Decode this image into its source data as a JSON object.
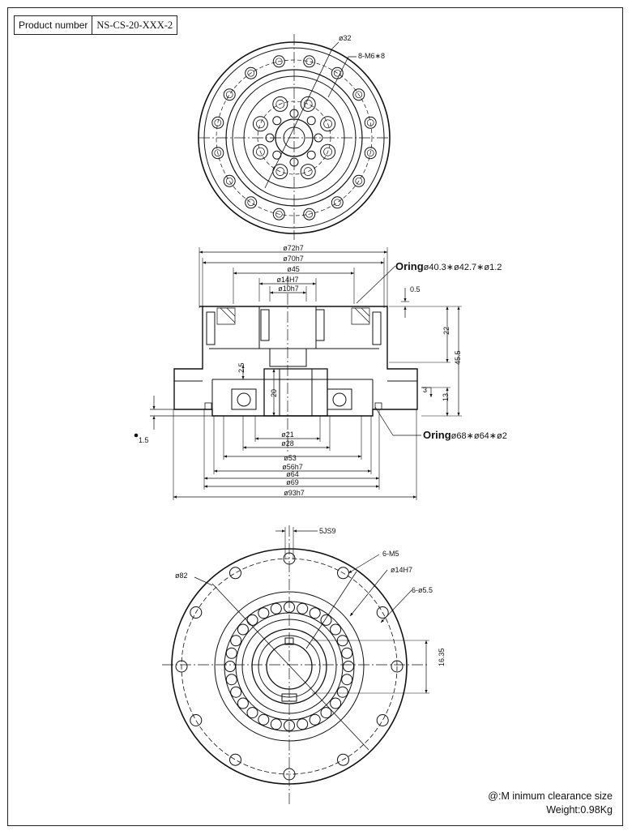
{
  "title_block": {
    "label": "Product number",
    "value": "NS-CS-20-XXX-2"
  },
  "top_view": {
    "labels": [
      "ø32",
      "8-M6∗8"
    ]
  },
  "section_view": {
    "diameters_top": [
      "ø72h7",
      "ø70h7",
      "ø45",
      "ø14H7",
      "ø10h7"
    ],
    "diameters_bottom": [
      "ø21",
      "ø28",
      "ø53",
      "ø56h7",
      "ø64",
      "ø69",
      "ø93h7"
    ],
    "heights": [
      "0.5",
      "22",
      "45.5",
      "2.5",
      "20",
      "3",
      "13",
      "1.5"
    ],
    "oring_top": {
      "word": "Oring",
      "size": "ø40.3∗ø42.7∗ø1.2"
    },
    "oring_bottom": {
      "word": "Oring",
      "size": "ø68∗ø64∗ø2"
    }
  },
  "bottom_view": {
    "labels": [
      "5JS9",
      "6-M5",
      "ø14H7",
      "6-ø5.5",
      "ø82",
      "16.35"
    ]
  },
  "notes": {
    "clearance": "@:M inimum clearance size",
    "weight": "Weight:0.98Kg"
  }
}
